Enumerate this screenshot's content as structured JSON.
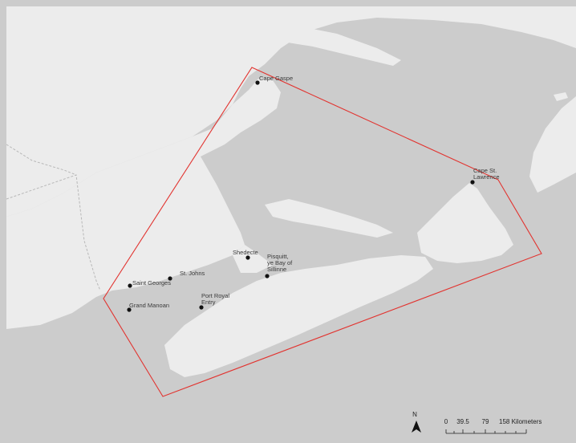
{
  "map": {
    "colors": {
      "water": "#cccccc",
      "land": "#ececec",
      "boundary": "#b8b8b8",
      "study_area": "#e2332f",
      "point": "#111111"
    },
    "places": [
      {
        "name": "Cape Gaspe",
        "lines": [
          "Cape Gaspe"
        ]
      },
      {
        "name": "Cape St. Lawrence",
        "lines": [
          "Cape St.",
          "Lawrence"
        ]
      },
      {
        "name": "Shedecte",
        "lines": [
          "Shedecte"
        ]
      },
      {
        "name": "Pisquitt, ye Bay of Sillinne",
        "lines": [
          "Pisquitt,",
          "ye Bay of",
          "Sillinne"
        ]
      },
      {
        "name": "St. Johns",
        "lines": [
          "St. Johns"
        ]
      },
      {
        "name": "Saint Georges",
        "lines": [
          "Saint Georges"
        ]
      },
      {
        "name": "Grand Manoan",
        "lines": [
          "Grand Manoan"
        ]
      },
      {
        "name": "Port Royal Entry",
        "lines": [
          "Port Royal",
          "Entry"
        ]
      }
    ],
    "north_arrow": {
      "label": "N"
    },
    "scale_bar": {
      "ticks": [
        "0",
        "39.5",
        "79",
        "158 Kilometers"
      ]
    }
  }
}
